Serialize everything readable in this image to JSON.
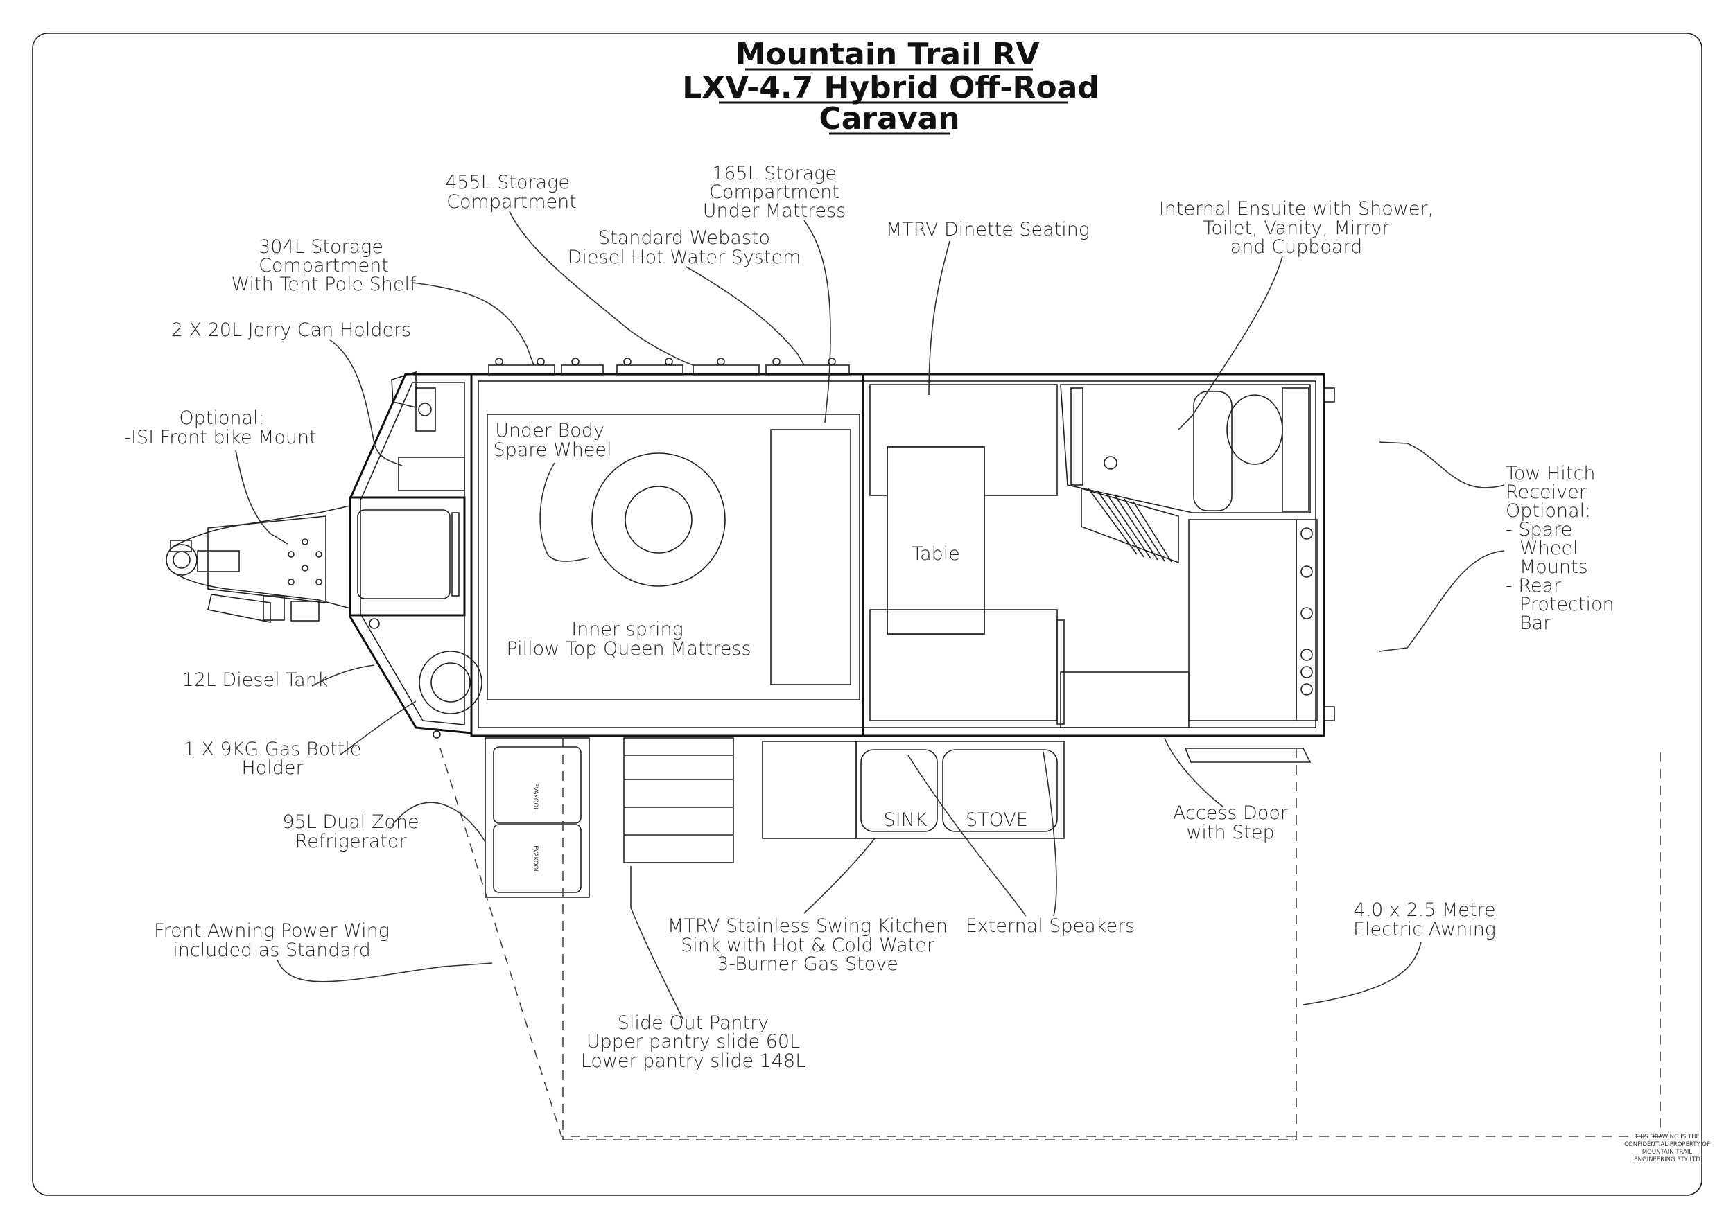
{
  "title": {
    "line1": "Mountain Trail RV",
    "line2": "LXV-4.7 Hybrid Off-Road",
    "line3": "Caravan"
  },
  "labels": {
    "storage_455": [
      "455L Storage",
      "Compartment"
    ],
    "storage_165": [
      "165L Storage",
      "Compartment",
      "Under Mattress"
    ],
    "webasto": [
      "Standard Webasto",
      "Diesel Hot Water System"
    ],
    "storage_304": [
      "304L Storage",
      "Compartment",
      "With Tent Pole Shelf"
    ],
    "jerry_can": [
      "2 X 20L Jerry Can Holders"
    ],
    "bike_mount": [
      "Optional:",
      "-ISI Front bike Mount"
    ],
    "spare_wheel": [
      "Under Body",
      "Spare Wheel"
    ],
    "mattress": [
      "Inner spring",
      "Pillow Top Queen Mattress"
    ],
    "dinette": [
      "MTRV Dinette Seating"
    ],
    "table": [
      "Table"
    ],
    "ensuite": [
      "Internal Ensuite with Shower,",
      "Toilet, Vanity, Mirror",
      "and Cupboard"
    ],
    "tow_hitch": [
      "Tow Hitch",
      "Receiver",
      "Optional:",
      "- Spare",
      "Wheel",
      "Mounts",
      "- Rear",
      "Protection",
      "Bar"
    ],
    "diesel_tank": [
      "12L Diesel Tank"
    ],
    "gas_bottle": [
      "1 X 9KG Gas Bottle",
      "Holder"
    ],
    "fridge": [
      "95L Dual Zone",
      "Refrigerator"
    ],
    "power_wing": [
      "Front Awning Power Wing",
      "included as Standard"
    ],
    "kitchen": [
      "MTRV Stainless Swing Kitchen",
      "Sink with Hot & Cold Water",
      "3-Burner Gas Stove"
    ],
    "speakers": [
      "External Speakers"
    ],
    "access_door": [
      "Access Door",
      "with Step"
    ],
    "awning": [
      "4.0 x 2.5 Metre",
      "Electric Awning"
    ],
    "pantry": [
      "Slide Out Pantry",
      "Upper pantry slide 60L",
      "Lower pantry slide 148L"
    ],
    "sink": [
      "SINK"
    ],
    "stove": [
      "STOVE"
    ],
    "fridge_brand": [
      "EVAKOOL"
    ],
    "confidential": [
      "THIS DRAWING IS THE",
      "CONFIDENTIAL PROPERTY OF",
      "MOUNTAIN TRAIL",
      "ENGINEERING PTY LTD"
    ]
  }
}
